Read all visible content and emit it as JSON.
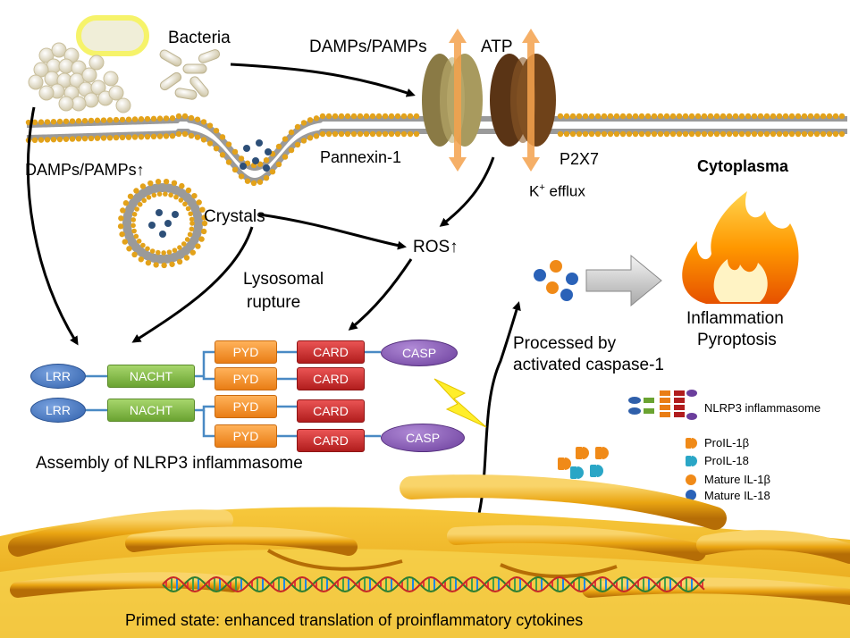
{
  "labels": {
    "bacteria": "Bacteria",
    "damps_top": "DAMPs/PAMPs",
    "atp": "ATP",
    "pannexin": "Pannexin-1",
    "p2x7": "P2X7",
    "k_efflux_k": "K",
    "k_efflux_sup": "+",
    "k_efflux_rest": " efflux",
    "cytoplasma": "Cytoplasma",
    "damps_left": "DAMPs/PAMPs↑",
    "crystals": "Crystals",
    "ros": "ROS↑",
    "lysosomal_1": "Lysosomal",
    "lysosomal_2": "rupture",
    "inflammation": "Inflammation",
    "pyroptosis": "Pyroptosis",
    "processed_1": "Processed by",
    "processed_2": "activated caspase-1",
    "assembly": "Assembly of NLRP3 inflammasome",
    "primed": "Primed state: enhanced translation of proinflammatory cytokines"
  },
  "inflammasome": {
    "lrr": "LRR",
    "nacht": "NACHT",
    "pyd": "PYD",
    "card": "CARD",
    "casp": "CASP"
  },
  "legend": {
    "nlrp3": "NLRP3 inflammasome",
    "pro_il1b": "ProIL-1β",
    "pro_il18": "ProIL-18",
    "mature_il1b": "Mature IL-1β",
    "mature_il18": "Mature IL-18"
  },
  "colors": {
    "membrane_head": "#e3a21a",
    "orange_cytokine": "#f08a18",
    "blue_cytokine": "#2a62b8",
    "teal_cytokine": "#2aa6c6",
    "er_fill": "#f3b614",
    "arrow": "#000000"
  }
}
